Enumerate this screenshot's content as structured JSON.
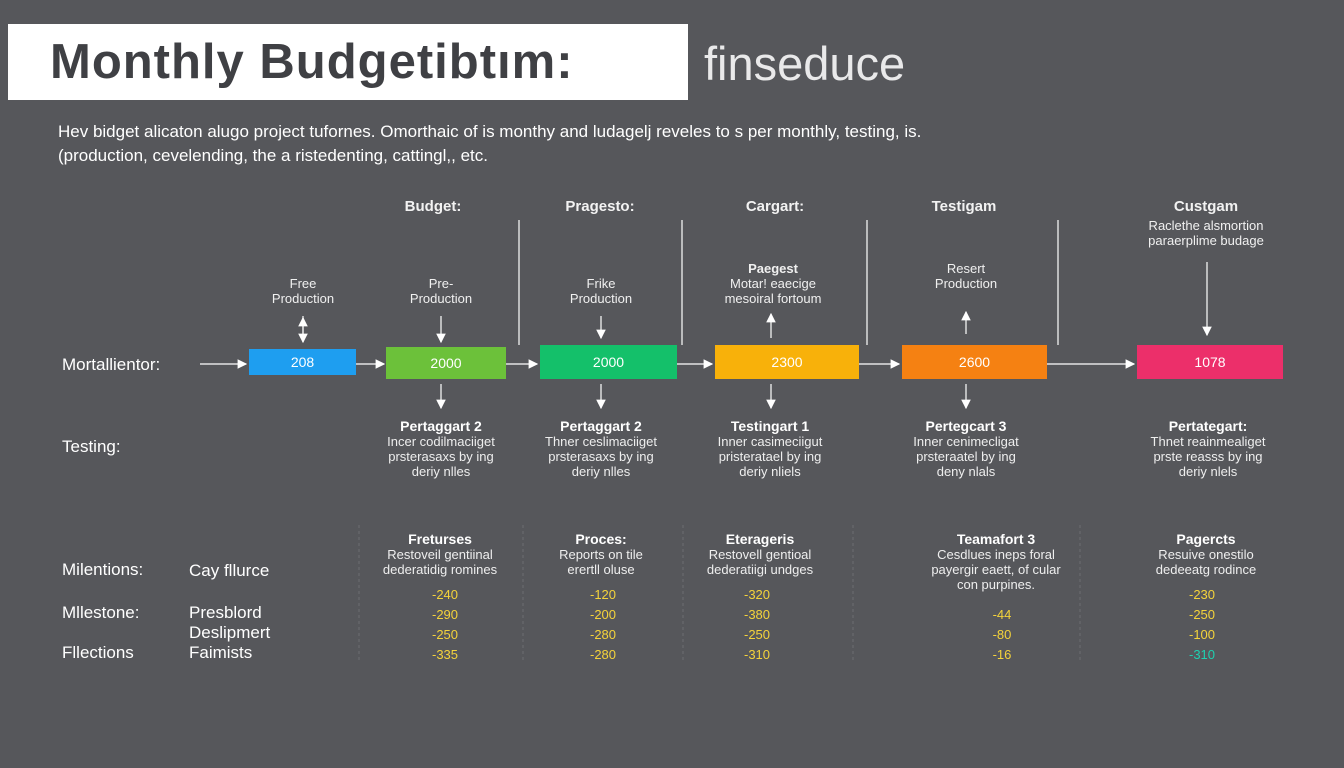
{
  "title": {
    "main": "Monthly Budgetibtım:",
    "suffix": "finseduce"
  },
  "intro": [
    "Hev bidget alicaton alugo project tufornes. Omorthaic of is monthy and ludagelj reveles to s per monthly, testing, is.",
    "(production, cevelending, the a ristedenting, cattingl,, etc."
  ],
  "column_headers": [
    "Budget:",
    "Pragesto:",
    "Cargart:",
    "Testigam",
    "Custgam"
  ],
  "custgam_note": [
    "Raclethe alsmortion",
    "paraerplime budage"
  ],
  "stage_labels": [
    [
      "Free",
      "Production"
    ],
    [
      "Pre-",
      "Production"
    ],
    [
      "Frike",
      "Production"
    ],
    [
      "Paegest",
      "Motar! eaecige",
      "mesoiral fortoum"
    ],
    [
      "Resert",
      "Production"
    ]
  ],
  "row_labels": {
    "timeline": "Mortallientor:",
    "testing": "Testing:",
    "milestones": "Milentions:",
    "milestone": "Mllestone:",
    "fillections": "Fllections"
  },
  "side_labels": {
    "cay": "Cay fllurce",
    "presblord": "Presblord",
    "deslipmert": "Deslipmert",
    "faimists": "Faimists"
  },
  "blocks": [
    {
      "value": "208",
      "color": "#1e9ef0"
    },
    {
      "value": "2000",
      "color": "#6cc13a"
    },
    {
      "value": "2000",
      "color": "#14c06a"
    },
    {
      "value": "2300",
      "color": "#f8b10a"
    },
    {
      "value": "2600",
      "color": "#f58112"
    },
    {
      "value": "1078",
      "color": "#ec2f6a"
    }
  ],
  "testing_items": [
    {
      "title": "Pertaggart 2",
      "lines": [
        "Incer codilmaciiget",
        "prsterasaxs by ing",
        "deriy nlles"
      ]
    },
    {
      "title": "Pertaggart 2",
      "lines": [
        "Thner ceslimaciiget",
        "prsterasaxs by ing",
        "deriy nlles"
      ]
    },
    {
      "title": "Testingart 1",
      "lines": [
        "Inner casimeciigut",
        "pristeratael by ing",
        "deriy nliels"
      ]
    },
    {
      "title": "Pertegcart 3",
      "lines": [
        "Inner cenimecligat",
        "prsteraatel by ing",
        "deny nlals"
      ]
    },
    {
      "title": "Pertategart:",
      "lines": [
        "Thnet reainmealiget",
        "prste reasss by ing",
        "deriy nlels"
      ]
    }
  ],
  "feature_items": [
    {
      "title": "Freturses",
      "lines": [
        "Restoveil gentiinal",
        "dederatidig romines"
      ]
    },
    {
      "title": "Proces:",
      "lines": [
        "Reports on tile",
        "erertll oluse"
      ]
    },
    {
      "title": "Eterageris",
      "lines": [
        "Restovell gentioal",
        "dederatiigi undges"
      ]
    },
    {
      "title": "Teamafort 3",
      "lines": [
        "Cesdlues ineps foral",
        "payergir eaett, of cular",
        "con purpines."
      ]
    },
    {
      "title": "Pagercts",
      "lines": [
        "Resuive onestilo",
        "dedeeatg rodince"
      ]
    }
  ],
  "value_rows": [
    [
      "-240",
      "-120",
      "-320",
      "",
      "-230"
    ],
    [
      "-290",
      "-200",
      "-380",
      "-44",
      "-250"
    ],
    [
      "-250",
      "-280",
      "-250",
      "-80",
      "-100"
    ],
    [
      "-335",
      "-280",
      "-310",
      "-16",
      "-310"
    ]
  ],
  "colors": {
    "background": "#56575b",
    "value_yellow": "#f4d33b",
    "value_teal": "#1fd0b0"
  }
}
